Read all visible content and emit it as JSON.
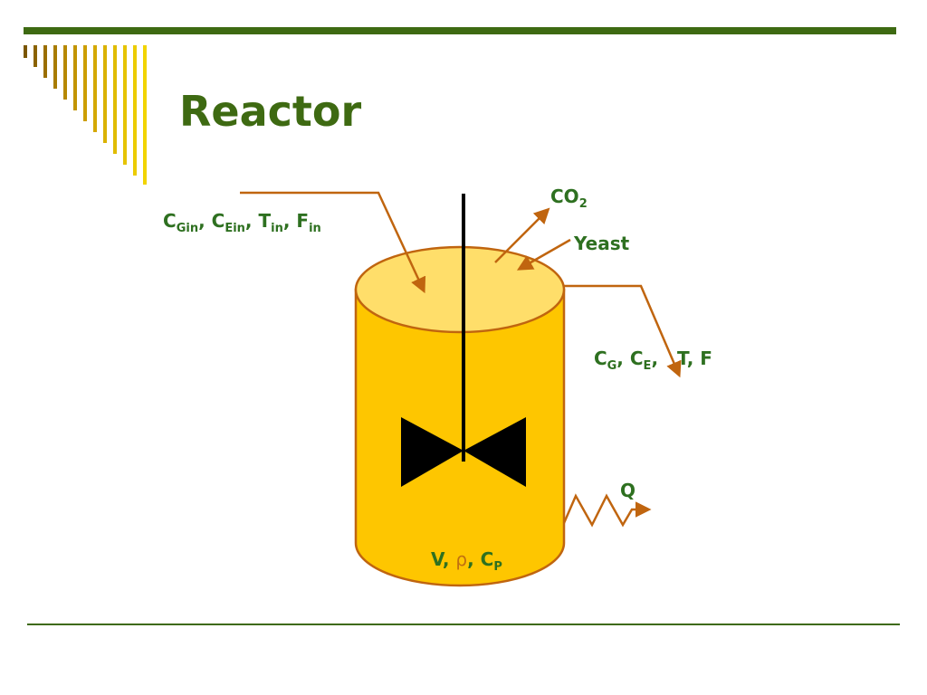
{
  "slide": {
    "title": "Reactor"
  },
  "labels": {
    "inlet": {
      "c1": "C",
      "c1_sub": "Gin",
      "sep1": ", ",
      "c2": "C",
      "c2_sub": "Ein",
      "sep2": ", ",
      "t": "T",
      "t_sub": "in",
      "sep3": ", ",
      "f": "F",
      "f_sub": "in"
    },
    "co2": {
      "base": "CO",
      "sub": "2"
    },
    "yeast": "Yeast",
    "outlet": {
      "c1": "C",
      "c1_sub": "G",
      "sep1": ", ",
      "c2": "C",
      "c2_sub": "E",
      "sep2": ",   ",
      "rest": "T, F"
    },
    "heat": "Q",
    "properties": {
      "v": "V, ",
      "rho": "ρ",
      "sep": ", ",
      "cp": "C",
      "cp_sub": "P"
    }
  },
  "colors": {
    "theme_green": "#3e6a12",
    "label_green": "#2e7020",
    "arrow_orange": "#c0650f",
    "tank_body": "#fec600",
    "tank_top": "#ffde6a",
    "tank_outline": "#c0650f"
  }
}
